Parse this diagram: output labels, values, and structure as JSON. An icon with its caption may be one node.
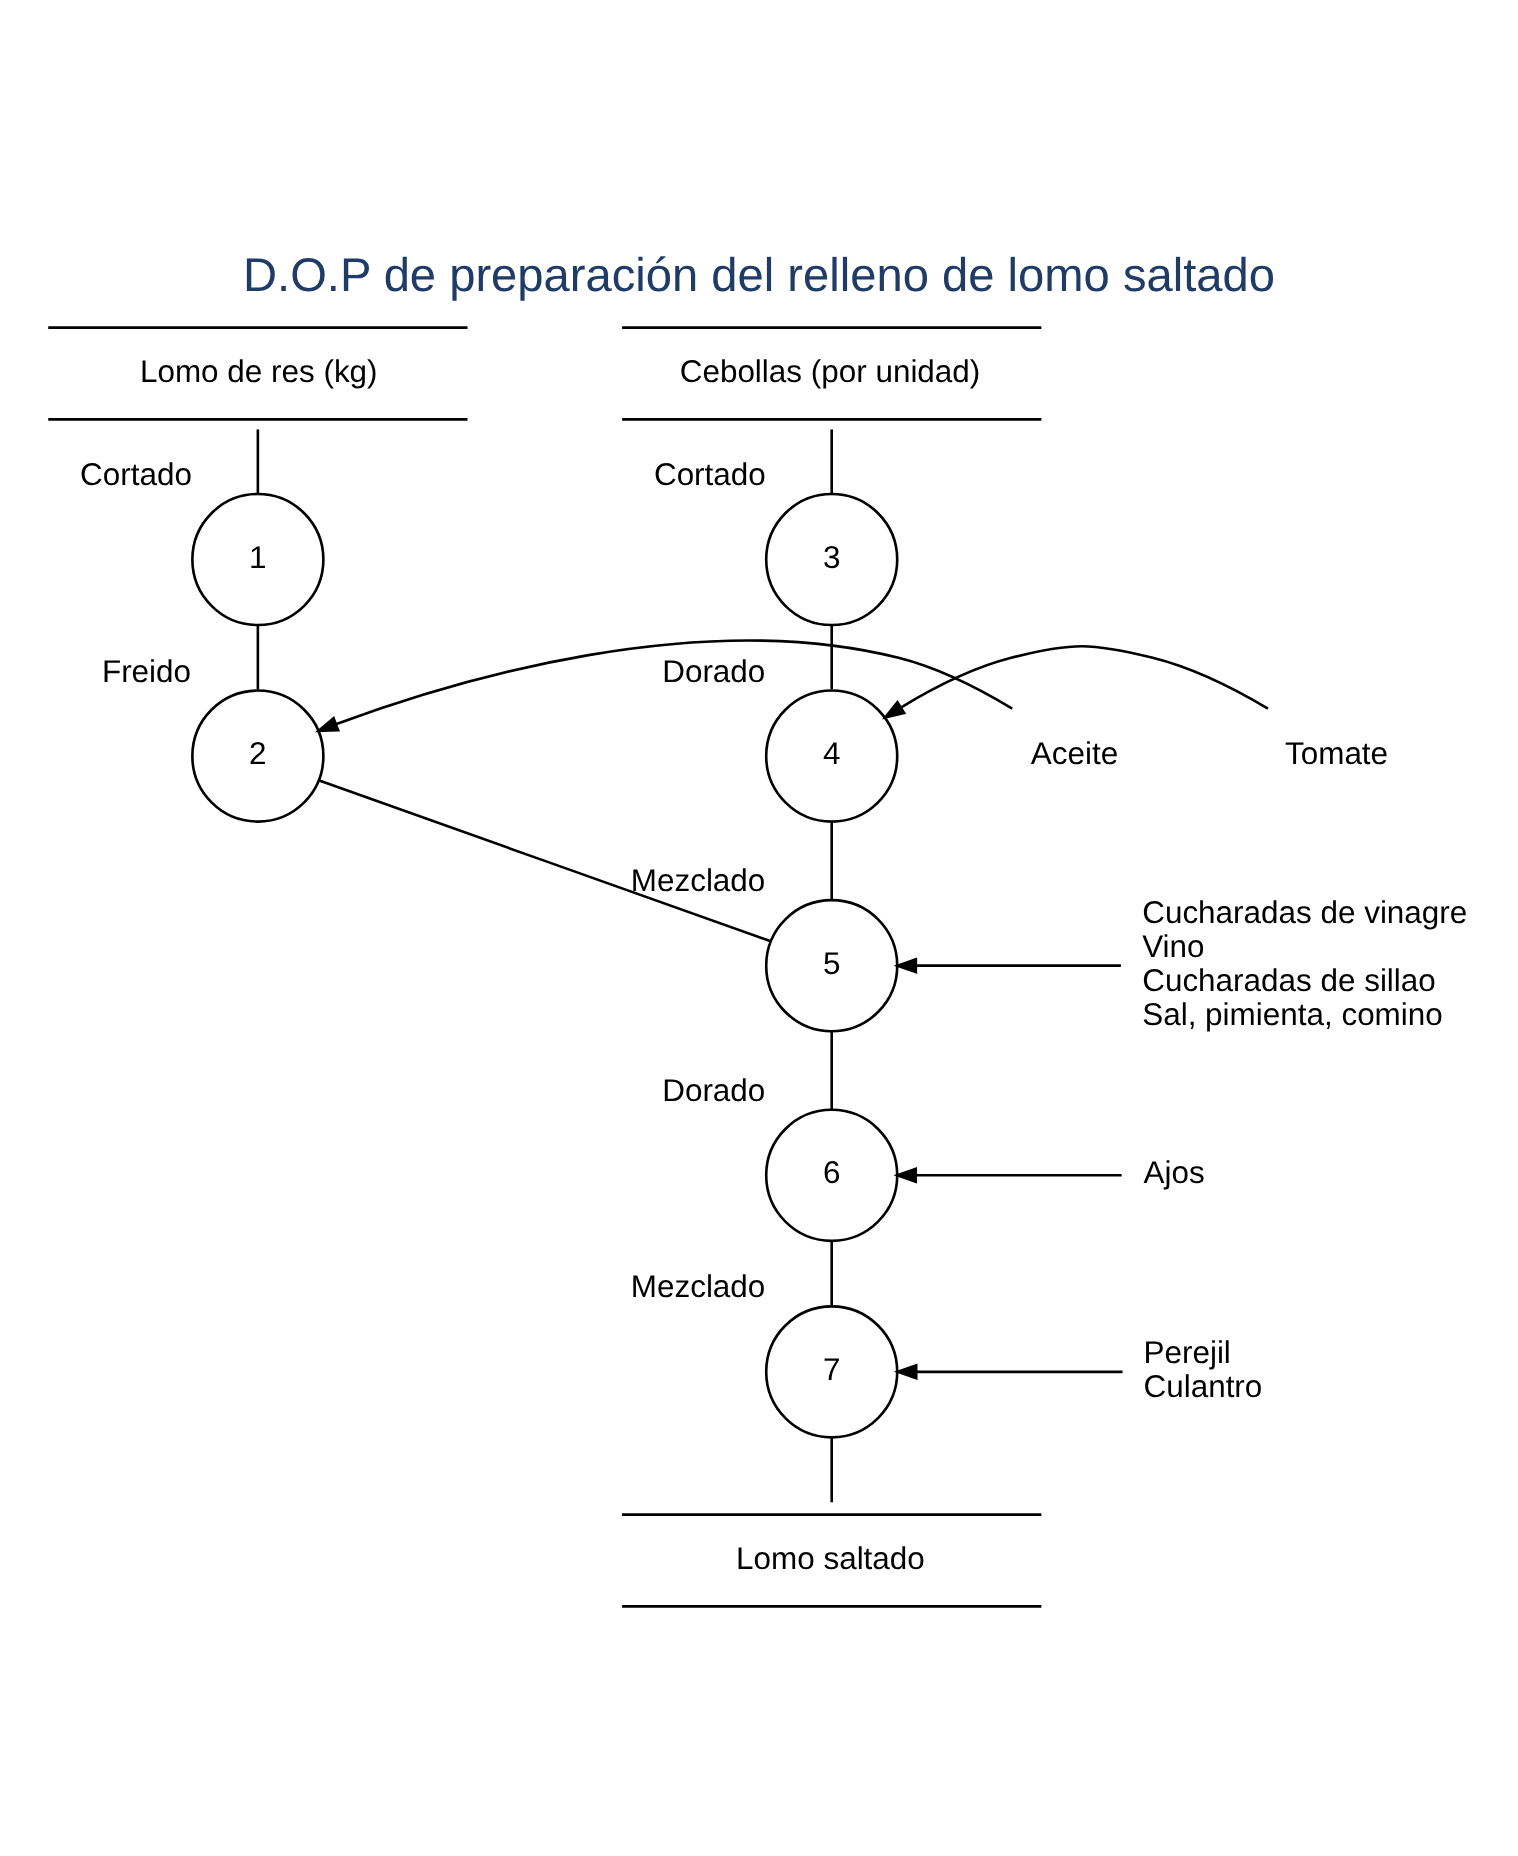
{
  "diagram": {
    "title": "D.O.P de preparación del relleno de lomo saltado",
    "nodes": [
      {
        "text": [
          "Lomo de res (kg)"
        ]
      },
      {
        "text": [
          "Cebollas (por unidad)"
        ]
      },
      {
        "text": [
          "1"
        ],
        "beside": [
          "Cortado"
        ]
      },
      {
        "text": [
          "2"
        ],
        "beside": [
          "Freido"
        ]
      },
      {
        "text": [
          "3"
        ],
        "beside": [
          "Cortado"
        ]
      },
      {
        "text": [
          "4"
        ],
        "beside": [
          "Dorado"
        ]
      },
      {
        "text": [
          "5"
        ],
        "beside": [
          "Mezclado"
        ]
      },
      {
        "text": [
          "6"
        ],
        "beside": [
          "Dorado"
        ]
      },
      {
        "text": [
          "7"
        ],
        "beside": [
          "Mezclado"
        ]
      },
      {
        "text": [
          "Lomo saltado"
        ]
      },
      {
        "text": [
          "Aceite"
        ]
      },
      {
        "text": [
          "Tomate"
        ]
      },
      {
        "text": [
          "Cucharadas de vinagre",
          "Vino",
          "Cucharadas de sillao",
          "Sal, pimienta, comino"
        ]
      },
      {
        "text": [
          "Ajos"
        ]
      },
      {
        "text": [
          "Perejil",
          "Culantro"
        ]
      }
    ],
    "edges": [
      {
        "from": 0,
        "to": 2,
        "arrow": "none"
      },
      {
        "from": 2,
        "to": 3,
        "arrow": "none"
      },
      {
        "from": 10,
        "to": 3,
        "arrow": "to"
      },
      {
        "from": 1,
        "to": 4,
        "arrow": "none"
      },
      {
        "from": 4,
        "to": 5,
        "arrow": "none"
      },
      {
        "from": 11,
        "to": 5,
        "arrow": "to"
      },
      {
        "from": 3,
        "to": 6,
        "arrow": "none"
      },
      {
        "from": 5,
        "to": 6,
        "arrow": "none"
      },
      {
        "from": 12,
        "to": 6,
        "arrow": "to"
      },
      {
        "from": 6,
        "to": 7,
        "arrow": "none"
      },
      {
        "from": 13,
        "to": 7,
        "arrow": "to"
      },
      {
        "from": 7,
        "to": 8,
        "arrow": "none"
      },
      {
        "from": 14,
        "to": 8,
        "arrow": "to"
      },
      {
        "from": 8,
        "to": 9,
        "arrow": "none"
      }
    ]
  }
}
